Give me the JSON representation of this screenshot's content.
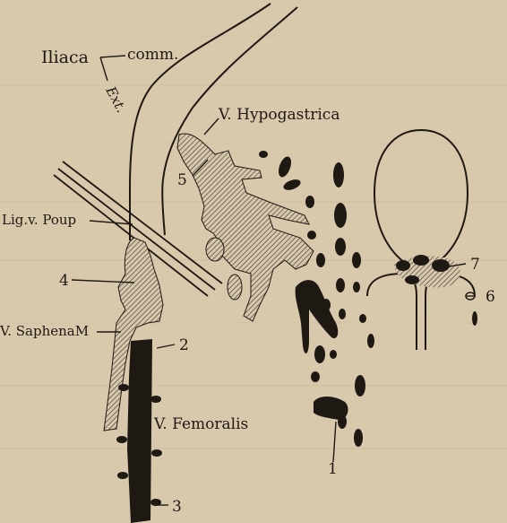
{
  "labels": {
    "iliaca": "Iliaca",
    "comm": "comm.",
    "ext": "Ext.",
    "hypogastrica": "V. Hypogastrica",
    "lig_poup": "Lig.v. Poup",
    "saphena": "V. SaphenaM",
    "femoralis": "V. Femoralis"
  },
  "numbers": {
    "n1": "1",
    "n2": "2",
    "n3": "3",
    "n4": "4",
    "n5": "5",
    "n6": "6",
    "n7": "7"
  },
  "colors": {
    "paper": "#d8c8ac",
    "ink": "#1e1912",
    "hatch": "#8a8272"
  }
}
